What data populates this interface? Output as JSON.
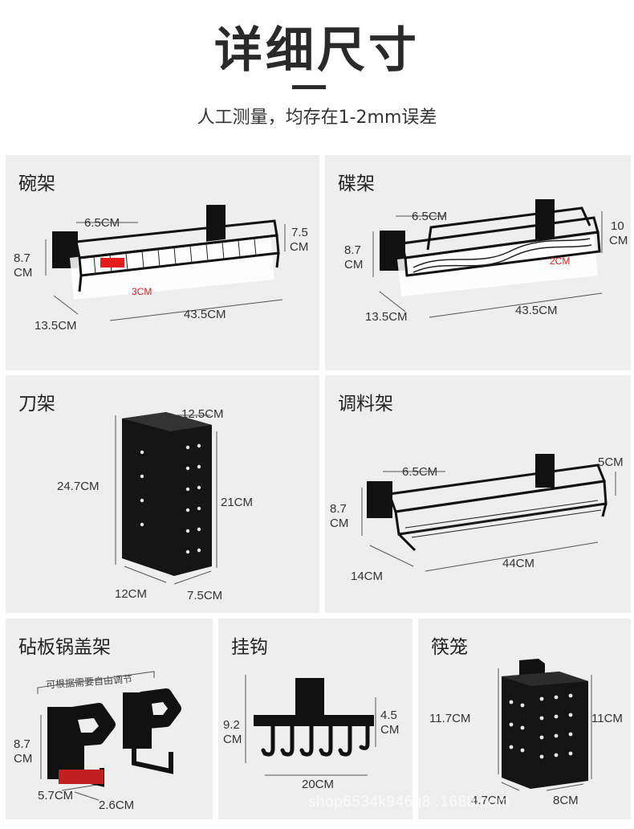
{
  "header": {
    "title": "详细尺寸",
    "subtitle": "人工测量，均存在1-2mm误差"
  },
  "panels": {
    "bowl": {
      "title": "碗架",
      "d1": "6.5CM",
      "d2": "7.5",
      "d3": "CM",
      "d4": "8.7",
      "d5": "CM",
      "d6": "3CM",
      "d7": "13.5CM",
      "d8": "43.5CM"
    },
    "dish": {
      "title": "碟架",
      "d1": "6.5CM",
      "d2": "10",
      "d3": "CM",
      "d4": "8.7",
      "d5": "CM",
      "d6": "2CM",
      "d7": "13.5CM",
      "d8": "43.5CM"
    },
    "knife": {
      "title": "刀架",
      "d1": "12.5CM",
      "d2": "24.7CM",
      "d3": "21CM",
      "d4": "12CM",
      "d5": "7.5CM"
    },
    "spice": {
      "title": "调料架",
      "d1": "6.5CM",
      "d2": "5CM",
      "d3": "8.7",
      "d4": "CM",
      "d5": "14CM",
      "d6": "44CM"
    },
    "board": {
      "title": "砧板锅盖架",
      "note": "可根据需要自由调节",
      "d1": "8.7",
      "d2": "CM",
      "d3": "5.7CM",
      "d4": "2.6CM"
    },
    "hook": {
      "title": "挂钩",
      "d1": "9.2",
      "d2": "CM",
      "d3": "4.5",
      "d4": "CM",
      "d5": "20CM"
    },
    "chop": {
      "title": "筷笼",
      "d1": "11.7CM",
      "d2": "11CM",
      "d3": "4.7CM",
      "d4": "8CM"
    }
  },
  "watermark": "shop6534k946g8 .1688.com",
  "colors": {
    "panel": "#eeeeee",
    "product": "#111111",
    "highlight": "#e21b1b"
  }
}
